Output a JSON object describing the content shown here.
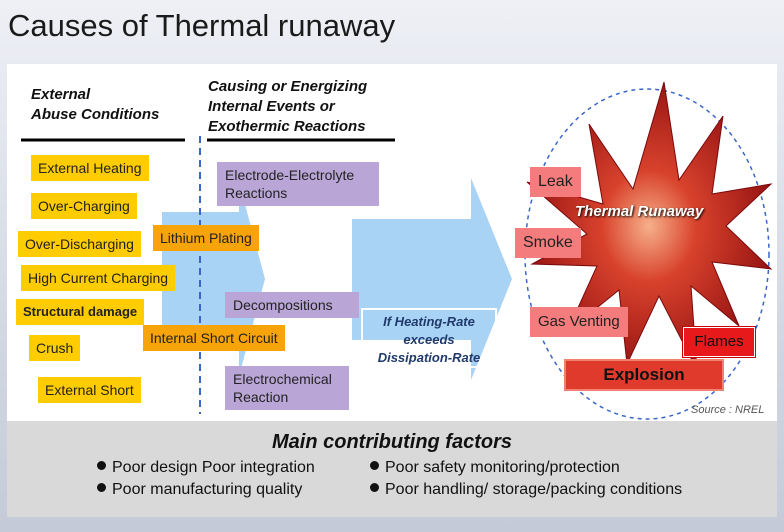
{
  "title": "Causes of Thermal runaway",
  "headers": {
    "external": [
      "External",
      "Abuse Conditions"
    ],
    "internal": [
      "Causing or Energizing",
      "Internal Events or",
      "Exothermic Reactions"
    ]
  },
  "external_conditions": [
    "External Heating",
    "Over-Charging",
    "Over-Discharging",
    "High Current Charging",
    "Structural damage",
    "Crush",
    "External Short"
  ],
  "internal_triggers": [
    "Lithium Plating",
    "Internal Short Circuit"
  ],
  "reactions": [
    [
      "Electrode-Electrolyte",
      "Reactions"
    ],
    [
      "Decompositions"
    ],
    [
      "Electrochemical",
      "Reaction"
    ]
  ],
  "condition": [
    "If Heating-Rate",
    "exceeds",
    "Dissipation-Rate"
  ],
  "thermal_runaway": "Thermal Runaway",
  "outcomes": {
    "leak": "Leak",
    "smoke": "Smoke",
    "gas_venting": "Gas Venting",
    "flames": "Flames",
    "explosion": "Explosion"
  },
  "source": "Source : NREL",
  "factors": {
    "title": "Main contributing factors",
    "items": [
      "Poor design Poor integration",
      "Poor safety monitoring/protection",
      "Poor manufacturing quality",
      "Poor handling/ storage/packing conditions"
    ]
  },
  "colors": {
    "yellow": "#ffcc00",
    "orange": "#f7a30a",
    "purple": "#b9a6d6",
    "arrow": "#a9d3f5",
    "outcome_red": "#f47c7c",
    "explosion_red": "#e03a2c",
    "star_red": "#b31217"
  }
}
